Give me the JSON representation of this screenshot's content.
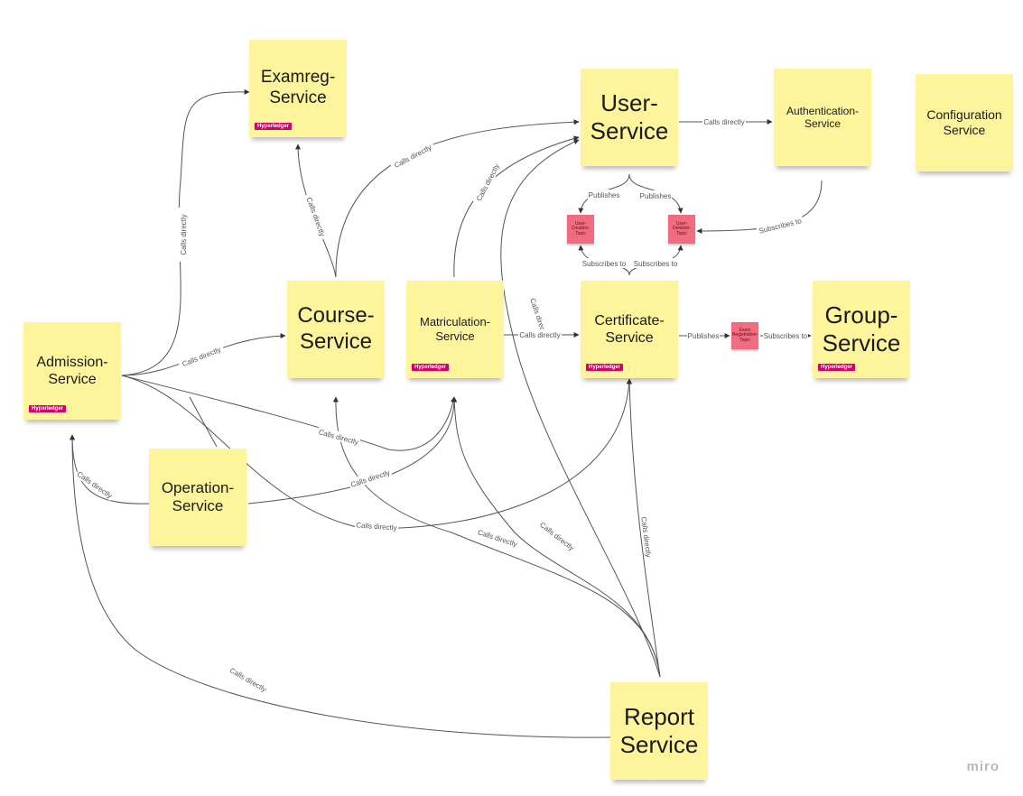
{
  "nodes": {
    "examreg": {
      "label": "Examreg-\nService",
      "badge": "Hyperledger"
    },
    "user": {
      "label": "User-\nService"
    },
    "authentication": {
      "label": "Authentication-\nService"
    },
    "configuration": {
      "label": "Configuration\nService"
    },
    "admission": {
      "label": "Admission-\nService",
      "badge": "Hyperledger"
    },
    "course": {
      "label": "Course-\nService"
    },
    "matriculation": {
      "label": "Matriculation-\nService",
      "badge": "Hyperledger"
    },
    "certificate": {
      "label": "Certificate-\nService",
      "badge": "Hyperledger"
    },
    "group": {
      "label": "Group-\nService",
      "badge": "Hyperledger"
    },
    "operation": {
      "label": "Operation-\nService"
    },
    "report": {
      "label": "Report\nService"
    }
  },
  "topics": {
    "user_creation": "User-\nCreation-\nTopic",
    "user_deletion": "User-\nDeletion-\nTopic",
    "exam_registration": "Exam\nRegistration-\nTopic"
  },
  "edge_labels": {
    "calls_directly": "Calls directly",
    "publishes": "Publishes",
    "subscribes_to": "Subscribes to"
  },
  "branding": {
    "logo": "miro"
  },
  "colors": {
    "sticky_note": "#fef49c",
    "topic_note": "#f16c7f",
    "badge": "#d4006a",
    "edge": "#555555"
  }
}
